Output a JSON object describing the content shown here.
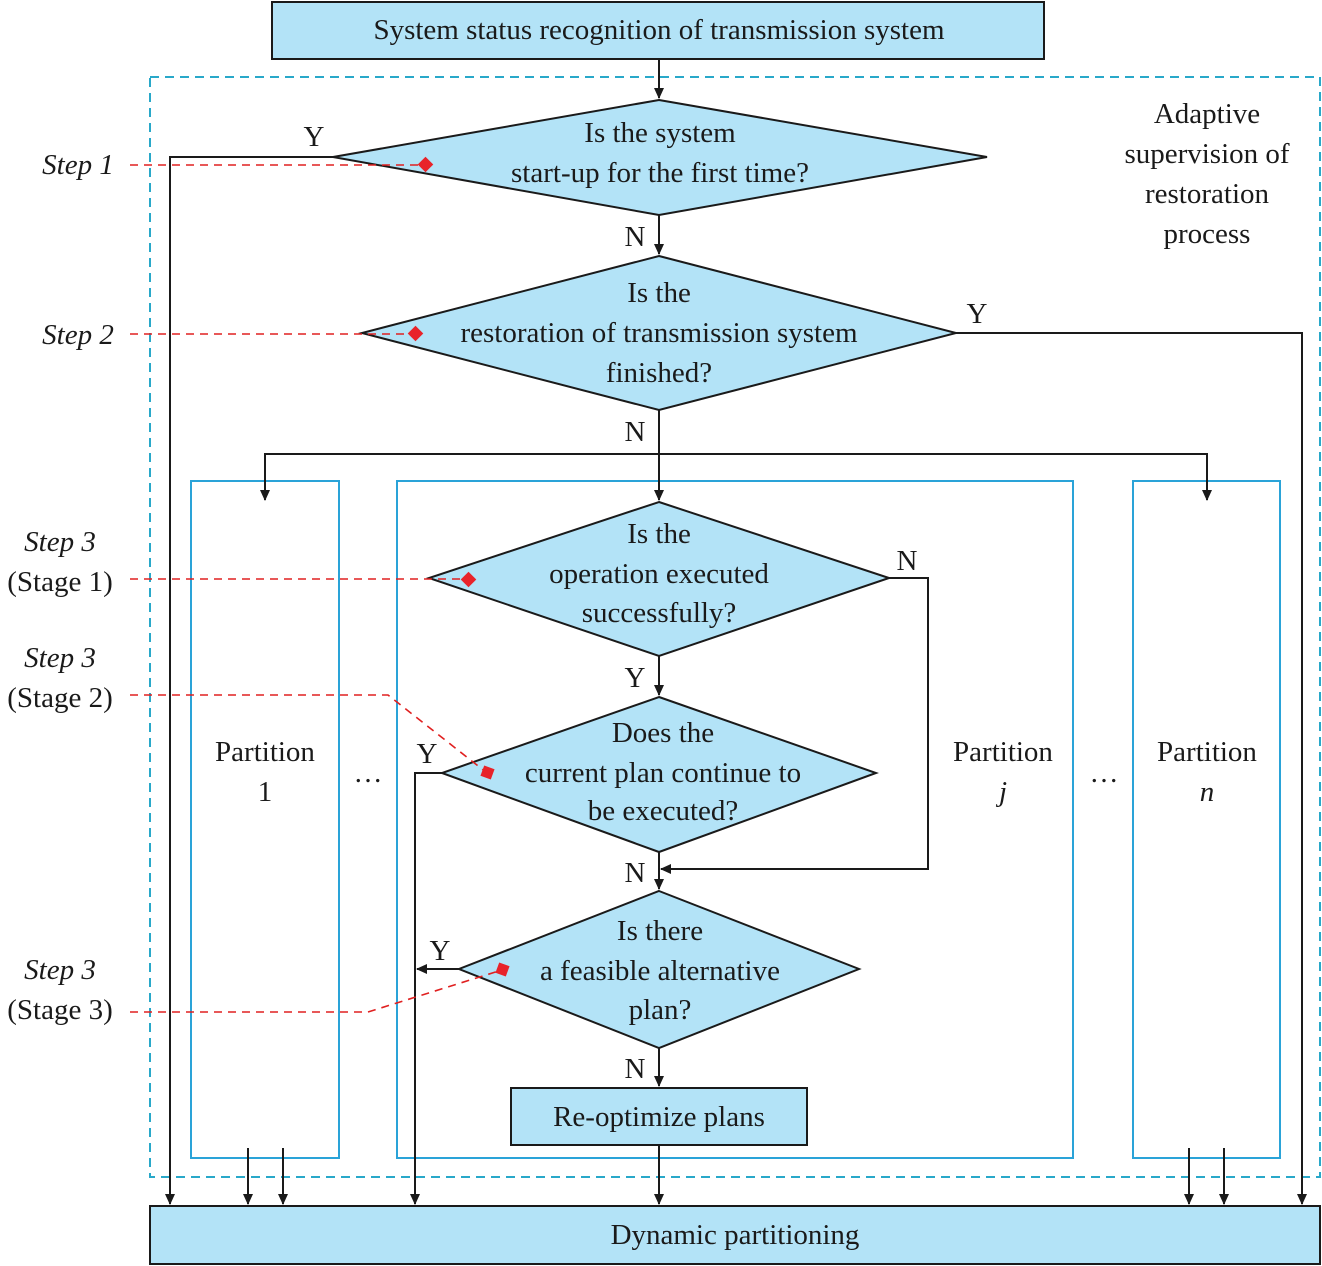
{
  "colors": {
    "node_fill": "#b3e3f7",
    "frame": "#29a8c9",
    "partition": "#2aa3d8",
    "marker": "#e8232a"
  },
  "nodes": {
    "top": "System status recognition of transmission system",
    "bottom": "Dynamic partitioning",
    "reopt": "Re-optimize plans",
    "d1": [
      "Is the system",
      "start-up for the first time?"
    ],
    "d2": [
      "Is the",
      "restoration of transmission system",
      "finished?"
    ],
    "d3": [
      "Is the",
      "operation executed",
      "successfully?"
    ],
    "d4": [
      "Does the",
      "current plan continue to",
      "be executed?"
    ],
    "d5": [
      "Is there",
      "a feasible alternative",
      "plan?"
    ]
  },
  "frame_label": [
    "Adaptive",
    "supervision of",
    "restoration",
    "process"
  ],
  "partitions": {
    "p1": [
      "Partition",
      "1"
    ],
    "pj": [
      "Partition",
      "j"
    ],
    "pn": [
      "Partition",
      "n"
    ],
    "ellipsis": "…"
  },
  "branch_labels": {
    "yes": "Y",
    "no": "N"
  },
  "steps": {
    "s1": "Step 1",
    "s2": "Step 2",
    "s3a": [
      "Step 3",
      "(Stage 1)"
    ],
    "s3b": [
      "Step 3",
      "(Stage 2)"
    ],
    "s3c": [
      "Step 3",
      "(Stage 3)"
    ]
  }
}
